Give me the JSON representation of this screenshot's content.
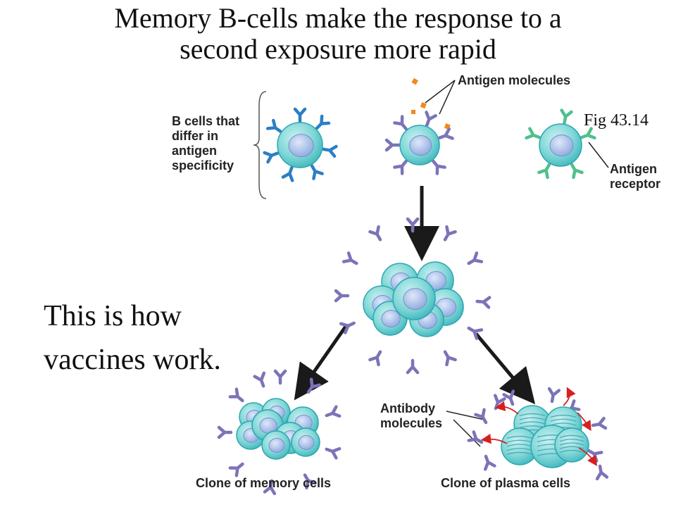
{
  "slide": {
    "title_line1": "Memory B-cells make the response to a",
    "title_line2": "second exposure more rapid",
    "fig_label": "Fig 43.14",
    "note_line1": "This is how",
    "note_line2": "vaccines work."
  },
  "labels": {
    "b_cells": [
      "B cells that",
      "differ in",
      "antigen",
      "specificity"
    ],
    "antigen_molecules": "Antigen molecules",
    "antigen_receptor": [
      "Antigen",
      "receptor"
    ],
    "antibody_molecules": [
      "Antibody",
      "molecules"
    ],
    "clone_memory": "Clone of memory cells",
    "clone_plasma": "Clone of plasma cells"
  },
  "colors": {
    "cell_fill": "#7fd6d6",
    "cell_edge": "#2aa7b0",
    "nucleus": "#9fb8e6",
    "receptor_blue": "#2c7fc4",
    "receptor_purple": "#7b74b8",
    "receptor_green": "#4fc08c",
    "antigen": "#f08a1c",
    "arrow": "#1a1a1a",
    "secretion_arrow": "#d62020"
  }
}
